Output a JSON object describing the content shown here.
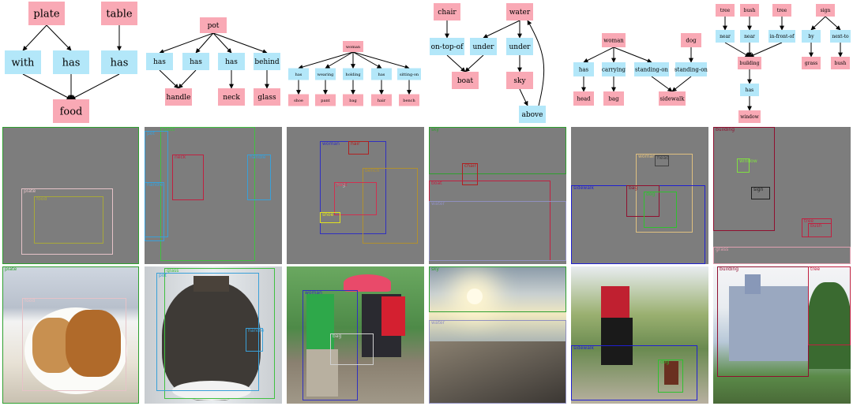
{
  "colors": {
    "object_node": "#f9a9b5",
    "relation_node": "#b3e7f9",
    "edge": "#000000",
    "layout_bg": "#7d7d7d"
  },
  "scene_graphs": [
    {
      "nodes": [
        {
          "id": "plate",
          "label": "plate",
          "type": "object"
        },
        {
          "id": "table",
          "label": "table",
          "type": "object"
        },
        {
          "id": "with",
          "label": "with",
          "type": "relation"
        },
        {
          "id": "has1",
          "label": "has",
          "type": "relation"
        },
        {
          "id": "has2",
          "label": "has",
          "type": "relation"
        },
        {
          "id": "food",
          "label": "food",
          "type": "object"
        }
      ],
      "edges": [
        [
          "plate",
          "with"
        ],
        [
          "plate",
          "has1"
        ],
        [
          "table",
          "has2"
        ],
        [
          "with",
          "food"
        ],
        [
          "has1",
          "food"
        ],
        [
          "has2",
          "food"
        ]
      ]
    },
    {
      "nodes": [
        {
          "id": "pot",
          "label": "pot",
          "type": "object"
        },
        {
          "id": "has1",
          "label": "has",
          "type": "relation"
        },
        {
          "id": "has2",
          "label": "has",
          "type": "relation"
        },
        {
          "id": "has3",
          "label": "has",
          "type": "relation"
        },
        {
          "id": "behind",
          "label": "behind",
          "type": "relation"
        },
        {
          "id": "handle",
          "label": "handle",
          "type": "object"
        },
        {
          "id": "neck",
          "label": "neck",
          "type": "object"
        },
        {
          "id": "glass",
          "label": "glass",
          "type": "object"
        }
      ],
      "edges": [
        [
          "pot",
          "has1"
        ],
        [
          "pot",
          "has2"
        ],
        [
          "pot",
          "has3"
        ],
        [
          "pot",
          "behind"
        ],
        [
          "has1",
          "handle"
        ],
        [
          "has2",
          "handle"
        ],
        [
          "has3",
          "neck"
        ],
        [
          "behind",
          "glass"
        ]
      ]
    },
    {
      "nodes": [
        {
          "id": "woman",
          "label": "woman",
          "type": "object"
        },
        {
          "id": "has1",
          "label": "has",
          "type": "relation"
        },
        {
          "id": "wearing",
          "label": "wearing",
          "type": "relation"
        },
        {
          "id": "holding",
          "label": "holding",
          "type": "relation"
        },
        {
          "id": "has2",
          "label": "has",
          "type": "relation"
        },
        {
          "id": "sittingon",
          "label": "sitting-on",
          "type": "relation"
        },
        {
          "id": "shoe",
          "label": "shoe",
          "type": "object"
        },
        {
          "id": "pant",
          "label": "pant",
          "type": "object"
        },
        {
          "id": "bag",
          "label": "bag",
          "type": "object"
        },
        {
          "id": "hair",
          "label": "hair",
          "type": "object"
        },
        {
          "id": "bench",
          "label": "bench",
          "type": "object"
        }
      ],
      "edges": [
        [
          "woman",
          "has1"
        ],
        [
          "woman",
          "wearing"
        ],
        [
          "woman",
          "holding"
        ],
        [
          "woman",
          "has2"
        ],
        [
          "woman",
          "sittingon"
        ],
        [
          "has1",
          "shoe"
        ],
        [
          "wearing",
          "pant"
        ],
        [
          "holding",
          "bag"
        ],
        [
          "has2",
          "hair"
        ],
        [
          "sittingon",
          "bench"
        ]
      ]
    },
    {
      "nodes": [
        {
          "id": "chair",
          "label": "chair",
          "type": "object"
        },
        {
          "id": "water",
          "label": "water",
          "type": "object"
        },
        {
          "id": "ontopof",
          "label": "on-top-of",
          "type": "relation"
        },
        {
          "id": "under1",
          "label": "under",
          "type": "relation"
        },
        {
          "id": "under2",
          "label": "under",
          "type": "relation"
        },
        {
          "id": "boat",
          "label": "boat",
          "type": "object"
        },
        {
          "id": "sky",
          "label": "sky",
          "type": "object"
        },
        {
          "id": "above",
          "label": "above",
          "type": "relation"
        }
      ],
      "edges": [
        [
          "chair",
          "ontopof"
        ],
        [
          "water",
          "under1"
        ],
        [
          "water",
          "under2"
        ],
        [
          "ontopof",
          "boat"
        ],
        [
          "under1",
          "boat"
        ],
        [
          "under2",
          "sky"
        ],
        [
          "sky",
          "above"
        ],
        [
          "above",
          "water"
        ]
      ]
    },
    {
      "nodes": [
        {
          "id": "woman",
          "label": "woman",
          "type": "object"
        },
        {
          "id": "dog",
          "label": "dog",
          "type": "object"
        },
        {
          "id": "has",
          "label": "has",
          "type": "relation"
        },
        {
          "id": "carrying",
          "label": "carrying",
          "type": "relation"
        },
        {
          "id": "standingon1",
          "label": "standing-on",
          "type": "relation"
        },
        {
          "id": "standingon2",
          "label": "standing-on",
          "type": "relation"
        },
        {
          "id": "head",
          "label": "head",
          "type": "object"
        },
        {
          "id": "bag",
          "label": "bag",
          "type": "object"
        },
        {
          "id": "sidewalk",
          "label": "sidewalk",
          "type": "object"
        }
      ],
      "edges": [
        [
          "woman",
          "has"
        ],
        [
          "woman",
          "carrying"
        ],
        [
          "woman",
          "standingon1"
        ],
        [
          "dog",
          "standingon2"
        ],
        [
          "has",
          "head"
        ],
        [
          "carrying",
          "bag"
        ],
        [
          "standingon1",
          "sidewalk"
        ],
        [
          "standingon2",
          "sidewalk"
        ]
      ]
    },
    {
      "nodes": [
        {
          "id": "tree1",
          "label": "tree",
          "type": "object"
        },
        {
          "id": "bush1",
          "label": "bush",
          "type": "object"
        },
        {
          "id": "tree2",
          "label": "tree",
          "type": "object"
        },
        {
          "id": "sign",
          "label": "sign",
          "type": "object"
        },
        {
          "id": "near1",
          "label": "near",
          "type": "relation"
        },
        {
          "id": "near2",
          "label": "near",
          "type": "relation"
        },
        {
          "id": "infrontof",
          "label": "in-front-of",
          "type": "relation"
        },
        {
          "id": "by",
          "label": "by",
          "type": "relation"
        },
        {
          "id": "nextto",
          "label": "next-to",
          "type": "relation"
        },
        {
          "id": "building",
          "label": "building",
          "type": "object"
        },
        {
          "id": "grass",
          "label": "grass",
          "type": "object"
        },
        {
          "id": "bush2",
          "label": "bush",
          "type": "object"
        },
        {
          "id": "has",
          "label": "has",
          "type": "relation"
        },
        {
          "id": "window",
          "label": "window",
          "type": "object"
        }
      ],
      "edges": [
        [
          "tree1",
          "near1"
        ],
        [
          "bush1",
          "near2"
        ],
        [
          "tree2",
          "infrontof"
        ],
        [
          "sign",
          "by"
        ],
        [
          "sign",
          "nextto"
        ],
        [
          "near1",
          "building"
        ],
        [
          "near2",
          "building"
        ],
        [
          "infrontof",
          "building"
        ],
        [
          "by",
          "grass"
        ],
        [
          "nextto",
          "bush2"
        ],
        [
          "building",
          "has"
        ],
        [
          "has",
          "window"
        ]
      ]
    }
  ],
  "layouts": [
    {
      "boxes": [
        {
          "label": "",
          "color": "#2fa02f"
        },
        {
          "label": "plate",
          "color": "#e6c3c8"
        },
        {
          "label": "food",
          "color": "#a8a83a"
        }
      ]
    },
    {
      "boxes": [
        {
          "label": "glass",
          "color": "#40c040"
        },
        {
          "label": "pot",
          "color": "#3aa0d8"
        },
        {
          "label": "neck",
          "color": "#c02040"
        },
        {
          "label": "handle",
          "color": "#3aa0d8"
        },
        {
          "label": "handle",
          "color": "#3aa0d8"
        }
      ]
    },
    {
      "boxes": [
        {
          "label": "woman",
          "color": "#3030c0"
        },
        {
          "label": "hair",
          "color": "#b02020"
        },
        {
          "label": "bench",
          "color": "#b09030"
        },
        {
          "label": "bag",
          "color": "#d0d0d0"
        },
        {
          "label": "pant",
          "color": "#d03050"
        },
        {
          "label": "shoe",
          "color": "#e0e020"
        }
      ]
    },
    {
      "boxes": [
        {
          "label": "sky",
          "color": "#2fa02f"
        },
        {
          "label": "chair",
          "color": "#b02020"
        },
        {
          "label": "boat",
          "color": "#c02040"
        },
        {
          "label": "water",
          "color": "#9090c0"
        }
      ]
    },
    {
      "boxes": [
        {
          "label": "woman",
          "color": "#e0c080"
        },
        {
          "label": "head",
          "color": "#404040"
        },
        {
          "label": "sidewalk",
          "color": "#2020d0"
        },
        {
          "label": "bag",
          "color": "#901030"
        },
        {
          "label": "dog",
          "color": "#30c030"
        }
      ]
    },
    {
      "boxes": [
        {
          "label": "building",
          "color": "#901030"
        },
        {
          "label": "window",
          "color": "#80e040"
        },
        {
          "label": "sign",
          "color": "#202020"
        },
        {
          "label": "tree",
          "color": "#c02040"
        },
        {
          "label": "bush",
          "color": "#c02040"
        },
        {
          "label": "grass",
          "color": "#e0a0b0"
        }
      ]
    }
  ],
  "photos": [
    {
      "label_texts": [
        "plate",
        "food"
      ],
      "colors": [
        "#2fa02f",
        "#e6c3c8"
      ]
    },
    {
      "label_texts": [
        "glass",
        "pot",
        "handle"
      ],
      "colors": [
        "#40c040",
        "#3aa0d8",
        "#3aa0d8"
      ]
    },
    {
      "label_texts": [
        "woman",
        "bag"
      ],
      "colors": [
        "#3030c0",
        "#d0d0d0"
      ]
    },
    {
      "label_texts": [
        "sky",
        "water"
      ],
      "colors": [
        "#2fa02f",
        "#9090c0"
      ]
    },
    {
      "label_texts": [
        "sidewalk",
        "dog"
      ],
      "colors": [
        "#2020d0",
        "#30c030"
      ]
    },
    {
      "label_texts": [
        "building",
        "tree"
      ],
      "colors": [
        "#901030",
        "#c02040"
      ]
    }
  ]
}
